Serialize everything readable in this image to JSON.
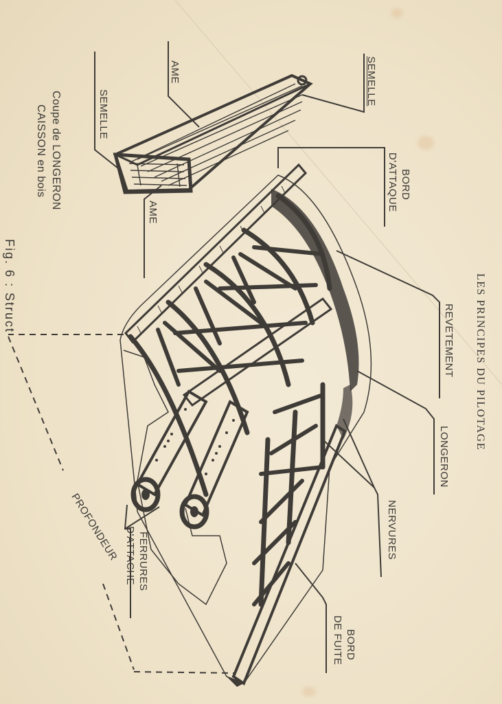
{
  "title": "LES PRINCIPES DU PILOTAGE",
  "figure_caption_partial": "Fig. 6 : Struct",
  "inset": {
    "caption_line1": "Coupe de LONGERON",
    "caption_line2": "CAISSON en bois",
    "labels": {
      "semelle_top": "SEMELLE",
      "ame_top": "AME",
      "semelle_bottom": "SEMELLE",
      "ame_bottom": "AME"
    }
  },
  "wing": {
    "labels": {
      "bord_attaque_l1": "BORD",
      "bord_attaque_l2": "D'ATTAQUE",
      "revetement": "REVETEMENT",
      "longeron": "LONGERON",
      "nervures": "NERVURES",
      "bord_fuite_l1": "BORD",
      "bord_fuite_l2": "DE FUITE",
      "ferrures_l1": "FERRURES",
      "ferrures_l2": "D'ATTACHE",
      "profondeur": "PROFONDEUR"
    }
  },
  "colors": {
    "paper": "#efe4cc",
    "ink": "#3f3b37"
  }
}
